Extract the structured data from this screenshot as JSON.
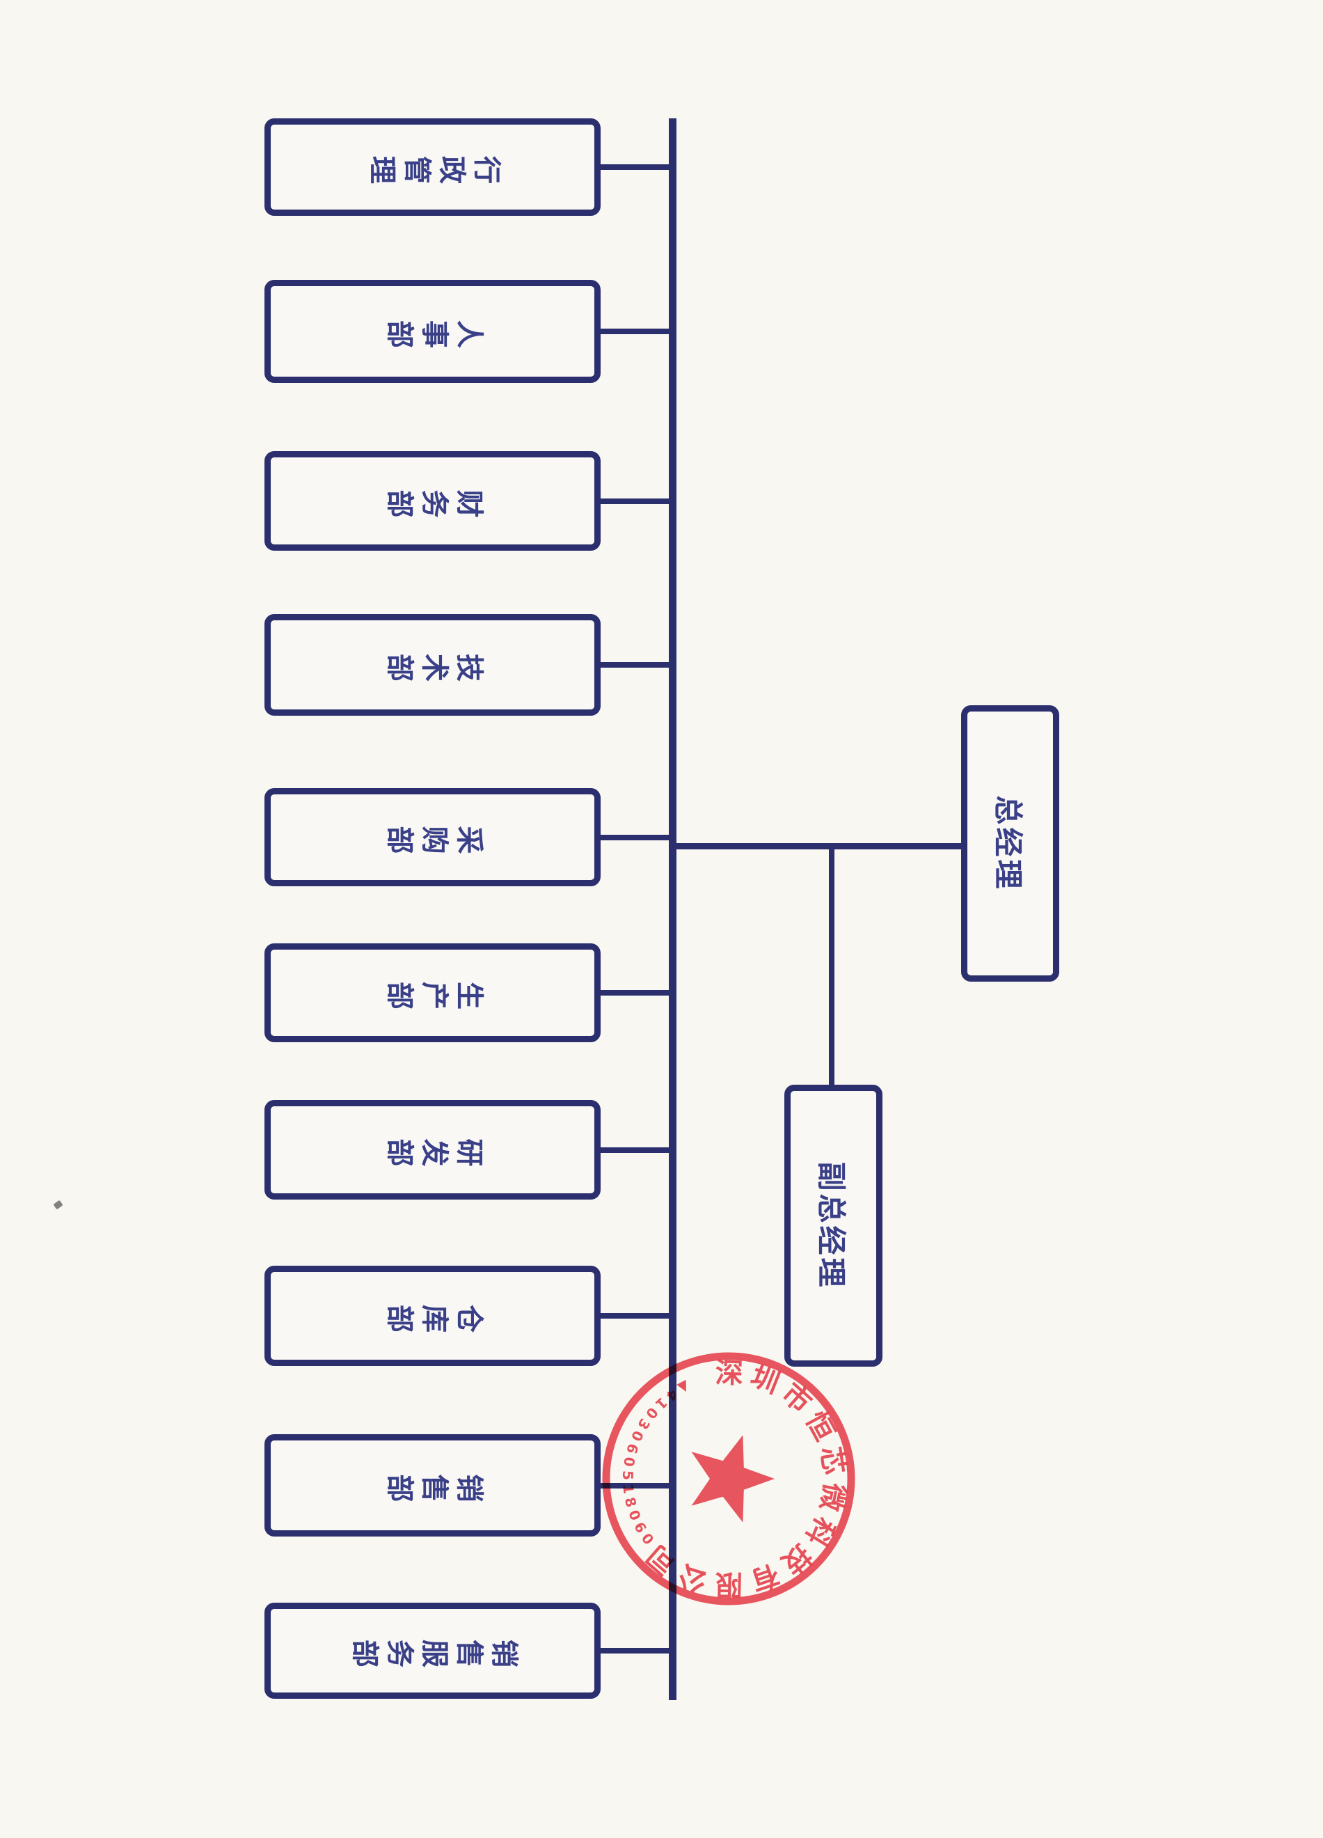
{
  "document": {
    "type": "scanned-organization-chart",
    "orientation": "landscape page scanned rotated 90 degrees clockwise"
  },
  "colors": {
    "paper": "#f9f7f2",
    "ink_navy": "#2b2f6e",
    "text_navy": "#3a4088",
    "stamp_red": "#e3333f"
  },
  "org_chart": {
    "general_manager": "总经理",
    "deputy_general_manager": "副总经理",
    "departments": [
      "行政管理",
      "人事部",
      "财务部",
      "技术部",
      "采购部",
      "生产部",
      "研发部",
      "仓库部",
      "销售部",
      "销售服务部"
    ]
  },
  "stamp": {
    "company": "深圳市恒芯微科技有限公司",
    "serial_text": "▲4103060518060",
    "center_icon": "five-pointed-star"
  }
}
